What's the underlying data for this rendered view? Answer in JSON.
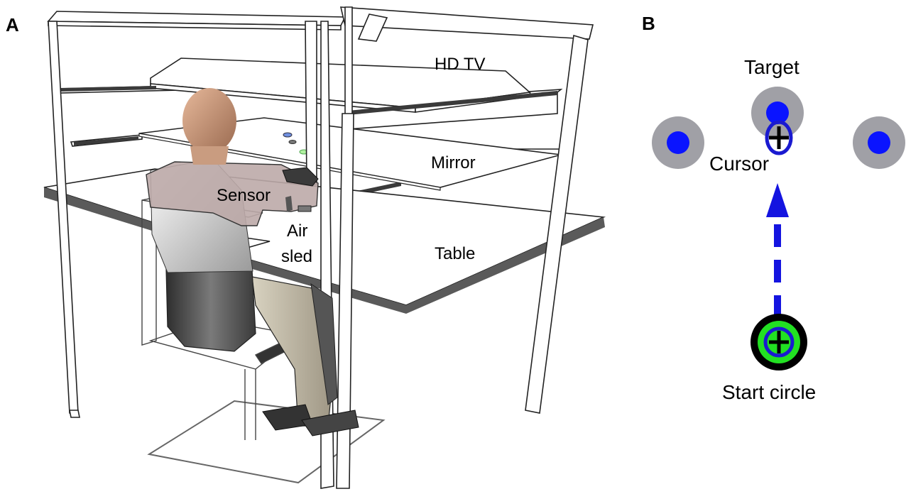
{
  "panel_a": {
    "letter": "A",
    "labels": {
      "hd_tv": "HD TV",
      "mirror": "Mirror",
      "sensor": "Sensor",
      "air_line1": "Air",
      "air_line2": "sled",
      "table": "Table"
    }
  },
  "panel_b": {
    "letter": "B",
    "labels": {
      "target": "Target",
      "cursor": "Cursor",
      "start_circle": "Start circle"
    }
  },
  "colors": {
    "target_ring": "#a0a0a6",
    "target_dot": "#0a14ff",
    "arrow": "#1414e0",
    "start_outer": "#000000",
    "start_green": "#22e022",
    "cursor_ring": "#1a1ad0",
    "frame_stroke": "#222222",
    "table_edge": "#555555"
  }
}
